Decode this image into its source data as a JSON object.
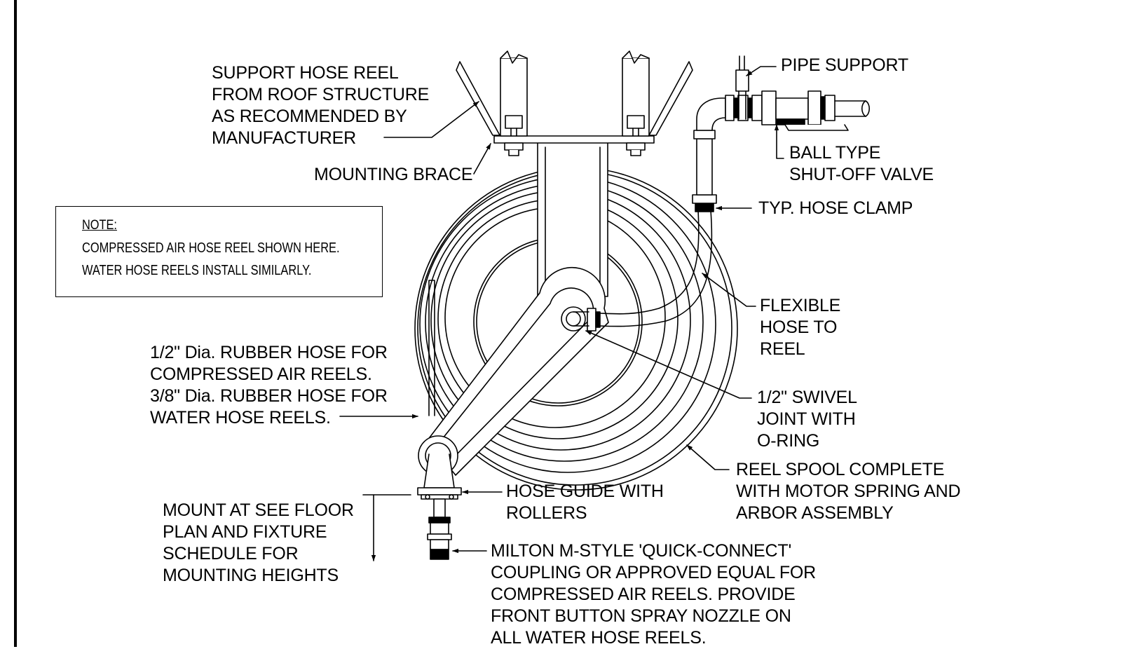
{
  "labels": {
    "support_reel": [
      "SUPPORT HOSE REEL",
      "FROM ROOF STRUCTURE",
      "AS RECOMMENDED BY",
      "MANUFACTURER"
    ],
    "mounting_brace": "MOUNTING BRACE",
    "pipe_support": "PIPE SUPPORT",
    "ball_valve": [
      "BALL TYPE",
      "SHUT-OFF VALVE"
    ],
    "hose_clamp": "TYP. HOSE CLAMP",
    "flexible_hose": [
      "FLEXIBLE",
      "HOSE TO",
      "REEL"
    ],
    "swivel_joint": [
      "1/2\" SWIVEL",
      "JOINT WITH",
      "O-RING"
    ],
    "reel_spool": [
      "REEL SPOOL COMPLETE",
      "WITH MOTOR SPRING AND",
      "ARBOR ASSEMBLY"
    ],
    "rubber_hose": [
      "1/2\" Dia. RUBBER HOSE FOR",
      "COMPRESSED AIR REELS.",
      "3/8\" Dia. RUBBER HOSE FOR",
      "WATER HOSE REELS."
    ],
    "hose_guide": [
      "HOSE GUIDE WITH",
      "ROLLERS"
    ],
    "mount_height": [
      "MOUNT AT SEE FLOOR",
      "PLAN AND FIXTURE",
      "SCHEDULE FOR",
      "MOUNTING HEIGHTS"
    ],
    "quick_connect": [
      "MILTON M-STYLE 'QUICK-CONNECT'",
      "COUPLING OR APPROVED EQUAL FOR",
      "COMPRESSED AIR REELS. PROVIDE",
      "FRONT BUTTON SPRAY NOZZLE ON",
      "ALL WATER HOSE REELS."
    ]
  },
  "note": {
    "title": "NOTE:",
    "lines": [
      "COMPRESSED AIR HOSE REEL SHOWN HERE.",
      "WATER HOSE REELS INSTALL SIMILARLY."
    ]
  },
  "colors": {
    "ink": "#000000",
    "paper": "#ffffff"
  }
}
